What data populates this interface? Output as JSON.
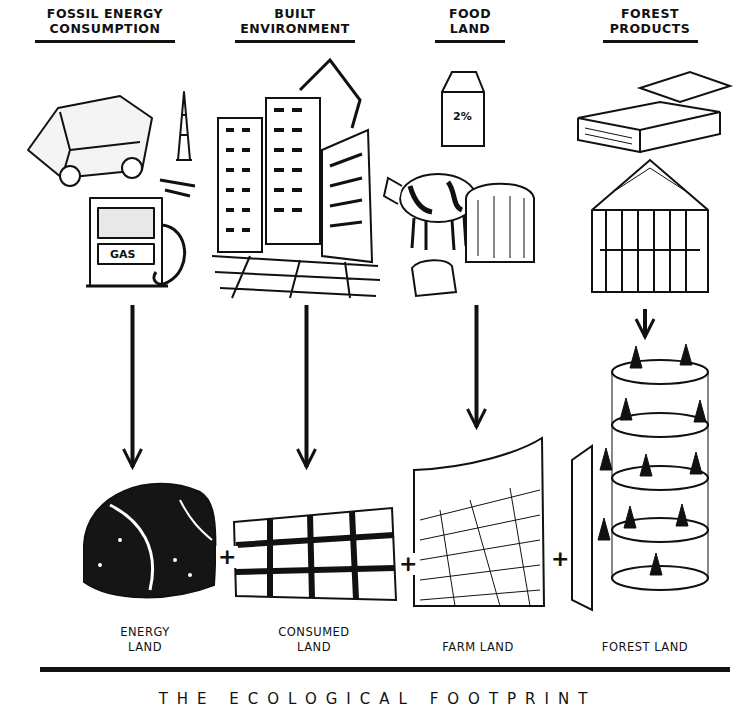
{
  "diagram": {
    "title": "THE ECOLOGICAL FOOTPRINT",
    "nodes": [
      {
        "text": [
          "FOSSIL ENERGY CONSUMPTION"
        ]
      },
      {
        "text": [
          "BUILT ENVIRONMENT"
        ]
      },
      {
        "text": [
          "FOOD LAND"
        ]
      },
      {
        "text": [
          "FOREST PRODUCTS"
        ]
      },
      {
        "text": [
          "ENERGY LAND"
        ]
      },
      {
        "text": [
          "CONSUMED LAND"
        ]
      },
      {
        "text": [
          "FARM LAND"
        ]
      },
      {
        "text": [
          "FOREST LAND"
        ]
      }
    ],
    "edges": [
      {
        "from": 0,
        "to": 4,
        "arrow": "to"
      },
      {
        "from": 1,
        "to": 5,
        "arrow": "to"
      },
      {
        "from": 2,
        "to": 6,
        "arrow": "to"
      },
      {
        "from": 3,
        "to": 7,
        "arrow": "to"
      }
    ],
    "labels": [
      "+",
      "+",
      "+",
      "GAS",
      "2%"
    ]
  }
}
